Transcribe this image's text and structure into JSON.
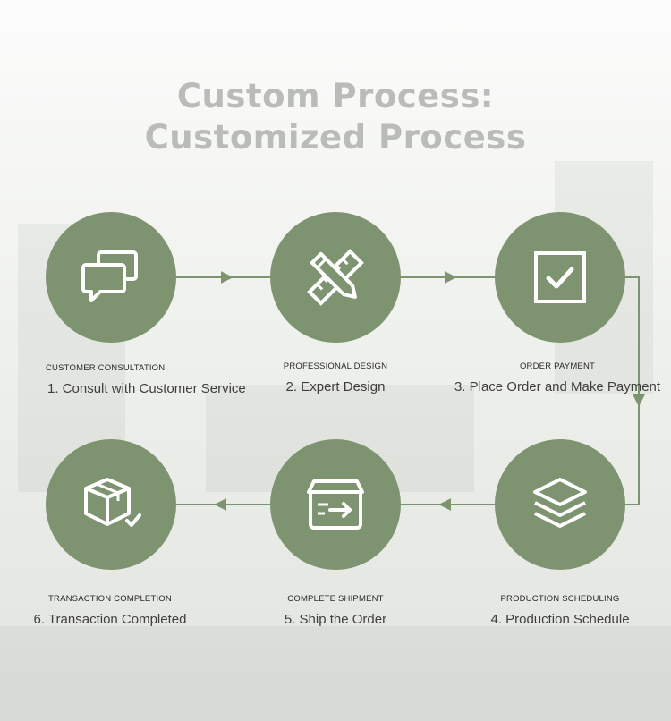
{
  "title": {
    "line1": "Custom Process:",
    "line2": "Customized Process"
  },
  "colors": {
    "circle": "#7e9470",
    "connector": "#7e9470",
    "title": "#b9bcb7"
  },
  "steps": [
    {
      "icon": "chat-bubbles-icon",
      "sub": "CUSTOMER CONSULTATION",
      "main": "1. Consult with Customer Service"
    },
    {
      "icon": "ruler-pencil-icon",
      "sub": "PROFESSIONAL DESIGN",
      "main": "2. Expert Design"
    },
    {
      "icon": "checkbox-icon",
      "sub": "ORDER PAYMENT",
      "main": "3. Place Order and Make Payment"
    },
    {
      "icon": "layers-icon",
      "sub": "PRODUCTION SCHEDULING",
      "main": "4. Production Schedule"
    },
    {
      "icon": "shipping-box-icon",
      "sub": "COMPLETE SHIPMENT",
      "main": "5. Ship the Order"
    },
    {
      "icon": "package-check-icon",
      "sub": "TRANSACTION COMPLETION",
      "main": "6. Transaction Completed"
    }
  ]
}
